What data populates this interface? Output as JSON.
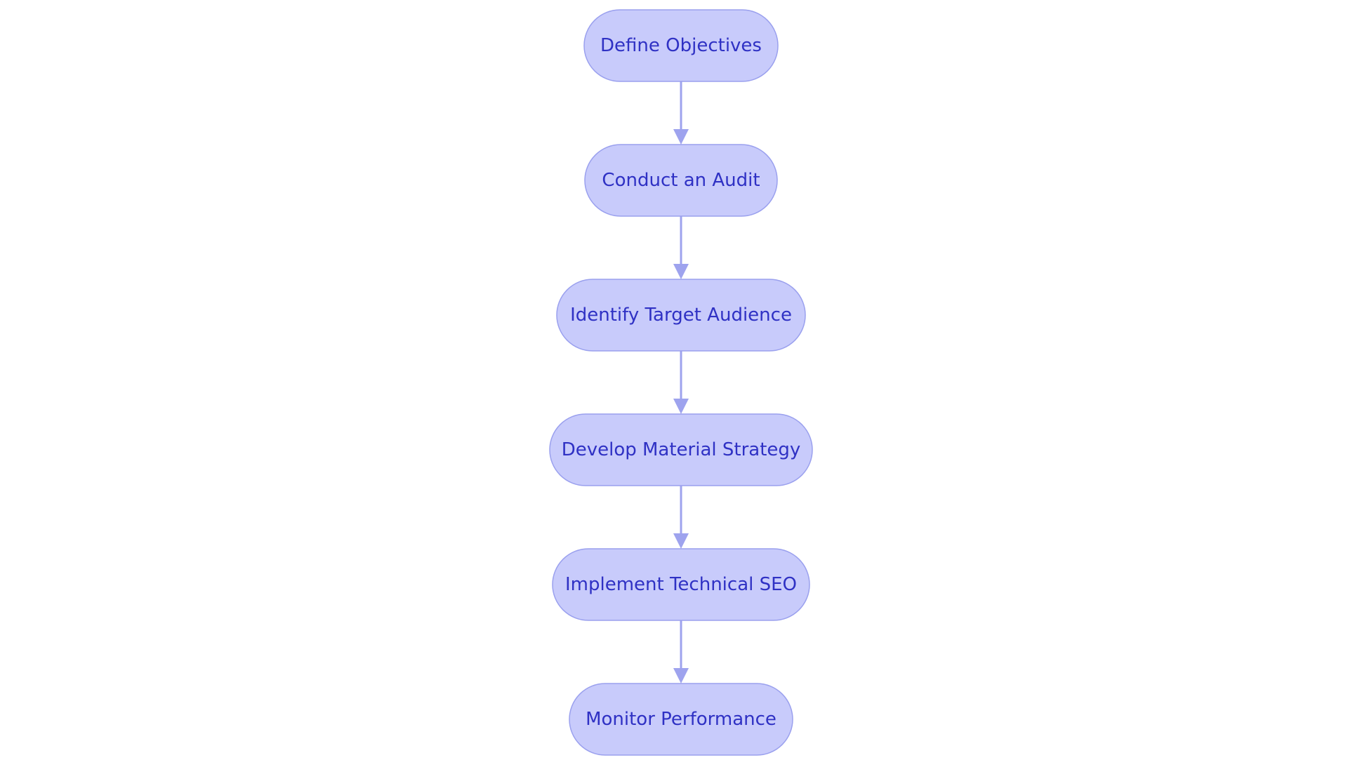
{
  "diagram": {
    "type": "flowchart",
    "direction": "top-to-bottom",
    "colors": {
      "node_fill": "#c8cbfb",
      "node_stroke": "#9aa0ee",
      "node_text": "#2f31c4",
      "edge": "#9ea3ee",
      "background": "#ffffff"
    },
    "nodes": [
      {
        "id": "define-objectives",
        "label": "Define Objectives"
      },
      {
        "id": "conduct-audit",
        "label": "Conduct an Audit"
      },
      {
        "id": "identify-target-audience",
        "label": "Identify Target Audience"
      },
      {
        "id": "develop-material-strategy",
        "label": "Develop Material Strategy"
      },
      {
        "id": "implement-technical-seo",
        "label": "Implement Technical SEO"
      },
      {
        "id": "monitor-performance",
        "label": "Monitor Performance"
      }
    ],
    "edges": [
      {
        "from": "define-objectives",
        "to": "conduct-audit"
      },
      {
        "from": "conduct-audit",
        "to": "identify-target-audience"
      },
      {
        "from": "identify-target-audience",
        "to": "develop-material-strategy"
      },
      {
        "from": "develop-material-strategy",
        "to": "implement-technical-seo"
      },
      {
        "from": "implement-technical-seo",
        "to": "monitor-performance"
      }
    ]
  }
}
